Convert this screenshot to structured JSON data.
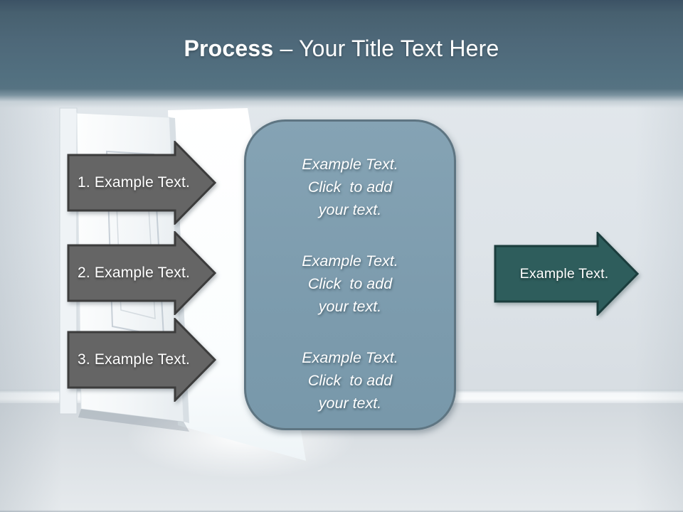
{
  "slide": {
    "header": {
      "title_bold": "Process",
      "title_rest": " – Your Title Text Here"
    },
    "left_arrows": [
      {
        "label": "1. Example Text."
      },
      {
        "label": "2. Example Text."
      },
      {
        "label": "3. Example Text."
      }
    ],
    "center_panel": {
      "blocks": [
        {
          "text": "Example Text.\nClick  to add\nyour text."
        },
        {
          "text": "Example Text.\nClick  to add\nyour text."
        },
        {
          "text": "Example Text.\nClick  to add\nyour text."
        }
      ]
    },
    "right_arrow": {
      "label": "Example Text."
    },
    "colors": {
      "header_top": "#3c5265",
      "header_mid": "#527080",
      "gray_arrow_fill": "#656565",
      "gray_arrow_border": "#3c3c3c",
      "panel_fill": "#7d9cae",
      "panel_border": "#5e7582",
      "teal_arrow_fill": "#2e5d5c",
      "teal_arrow_border": "#1b3d3d",
      "wall": "#dde3e8",
      "floor": "#d9dfe3"
    }
  }
}
